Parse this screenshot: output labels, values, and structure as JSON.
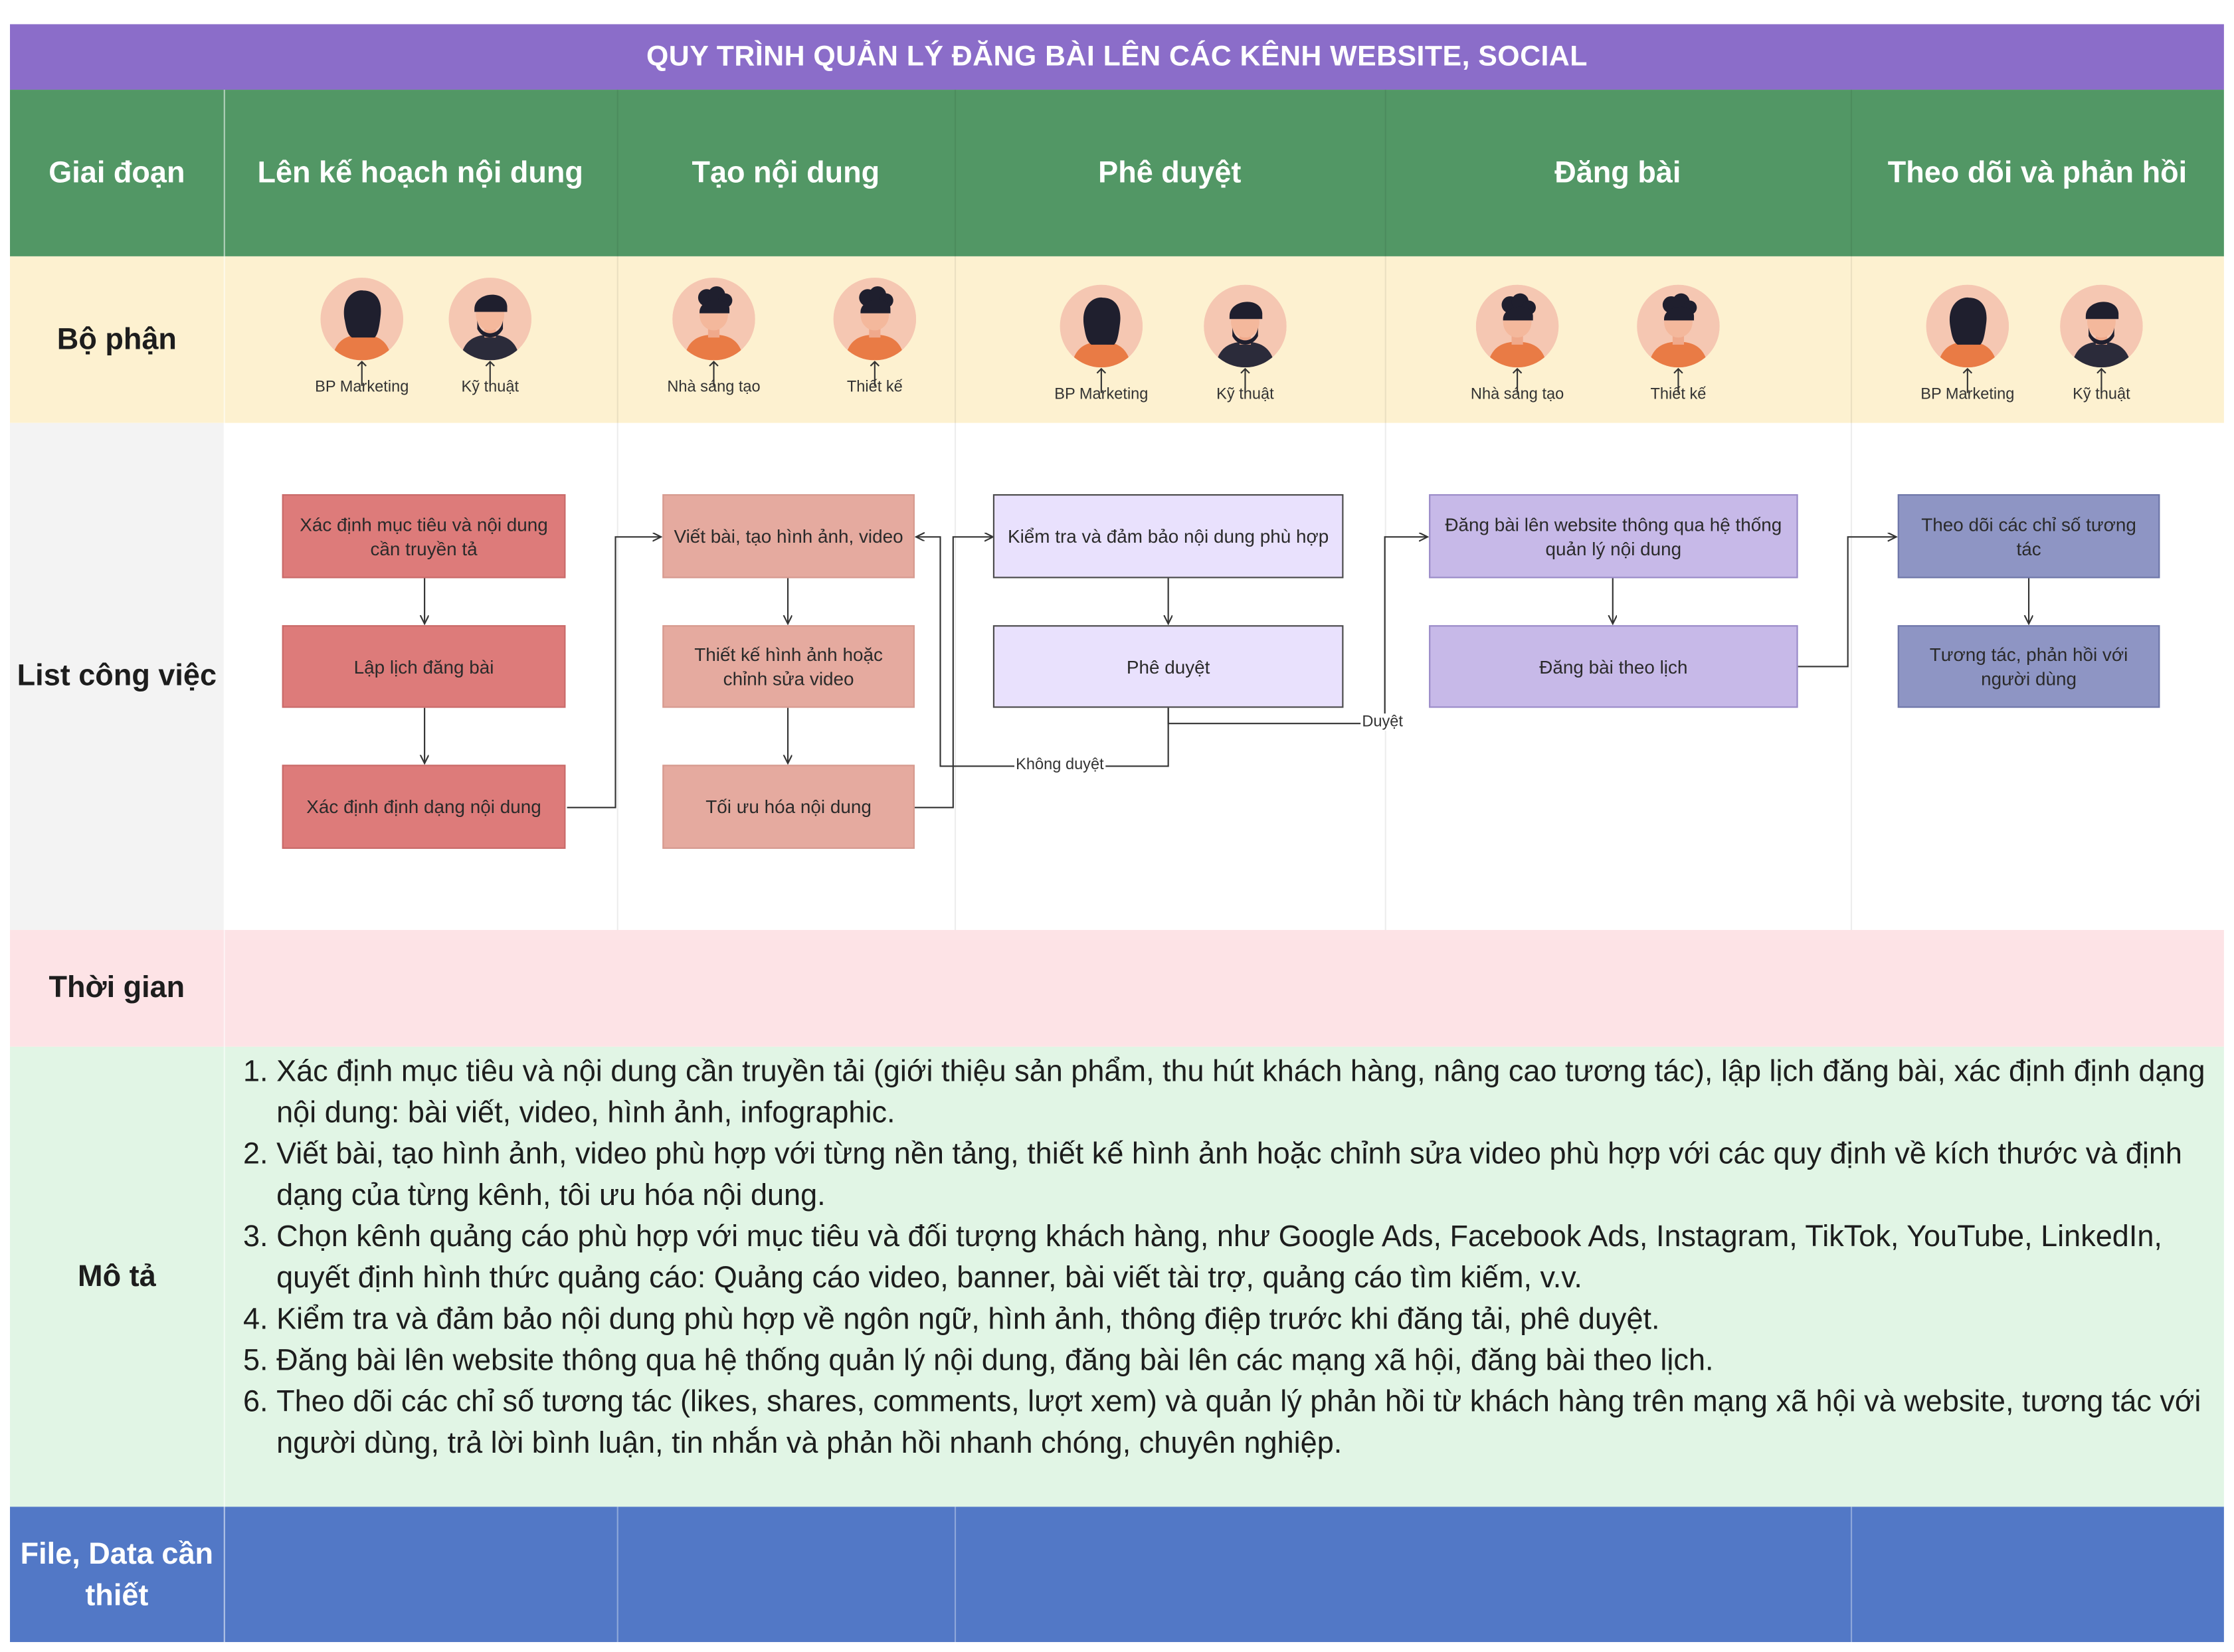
{
  "title": "QUY TRÌNH QUẢN LÝ ĐĂNG BÀI LÊN CÁC KÊNH WEBSITE, SOCIAL",
  "row_labels": {
    "stage": "Giai đoạn",
    "department": "Bộ phận",
    "tasks": "List công việc",
    "time": "Thời gian",
    "description": "Mô tả",
    "files": "File, Data cần thiết"
  },
  "stages": [
    "Lên kế hoạch nội dung",
    "Tạo nội dung",
    "Phê duyệt",
    "Đăng bài",
    "Theo dõi và phản hồi"
  ],
  "departments": [
    [
      "BP Marketing",
      "Kỹ thuật"
    ],
    [
      "Nhà sáng tạo",
      "Thiết kế"
    ],
    [
      "BP Marketing",
      "Kỹ thuật"
    ],
    [
      "Nhà sáng tạo",
      "Thiết kế"
    ],
    [
      "BP Marketing",
      "Kỹ thuật"
    ]
  ],
  "tasks": {
    "plan": [
      "Xác định mục tiêu và nội dung cần truyền tả",
      "Lập lịch đăng bài",
      "Xác định định dạng nội dung"
    ],
    "create": [
      "Viết bài, tạo hình ảnh, video",
      "Thiết kế hình ảnh hoặc chỉnh sửa video",
      "Tối ưu hóa nội dung"
    ],
    "approve": [
      "Kiểm tra và đảm bảo nội dung phù hợp",
      "Phê duyệt"
    ],
    "publish": [
      "Đăng bài lên website thông qua hệ thống quản lý nội dung",
      "Đăng bài theo lịch"
    ],
    "monitor": [
      "Theo dõi các chỉ số tương tác",
      "Tương tác, phản hồi với người dùng"
    ]
  },
  "edge_labels": {
    "approved": "Duyệt",
    "rejected": "Không duyệt"
  },
  "description_items": [
    "Xác định mục tiêu và nội dung cần truyền tải (giới thiệu sản phẩm, thu hút khách hàng, nâng cao tương tác), lập lịch đăng bài, xác định định dạng nội dung: bài viết, video, hình ảnh, infographic.",
    "Viết bài, tạo hình ảnh, video phù hợp với từng nền tảng, thiết kế hình ảnh hoặc chỉnh sửa video phù hợp với các quy định về kích thước và định dạng của từng kênh, tôi ưu hóa nội dung.",
    "Chọn kênh quảng cáo phù hợp với mục tiêu và đối tượng khách hàng, như Google Ads, Facebook Ads, Instagram, TikTok, YouTube, LinkedIn, quyết định hình thức quảng cáo: Quảng cáo video, banner, bài viết tài trợ, quảng cáo tìm kiếm, v.v.",
    "Kiểm tra và đảm bảo nội dung phù hợp về ngôn ngữ, hình ảnh, thông điệp trước khi đăng tải, phê duyệt.",
    "Đăng bài lên website thông qua hệ thống quản lý nội dung, đăng bài lên các mạng xã hội, đăng bài theo lịch.",
    "Theo dõi các chỉ số tương tác (likes, shares, comments, lượt xem) và quản lý phản hồi từ khách hàng trên mạng xã hội và website, tương tác với người dùng, trả lời bình luận, tin nhắn và phản hồi nhanh chóng, chuyên nghiệp."
  ],
  "colors": {
    "title_bg": "#8b6dc9",
    "stage_bg": "#529765",
    "department_bg": "#fdf1d0",
    "time_bg": "#fde3e6",
    "description_bg": "#e1f5e5",
    "files_bg": "#5278c6",
    "plan_box": "#dd7b7a",
    "create_box": "#e5aa9f",
    "approve_box": "#e9e1fd",
    "publish_box": "#c7b9e8",
    "monitor_box": "#8e95c4"
  }
}
